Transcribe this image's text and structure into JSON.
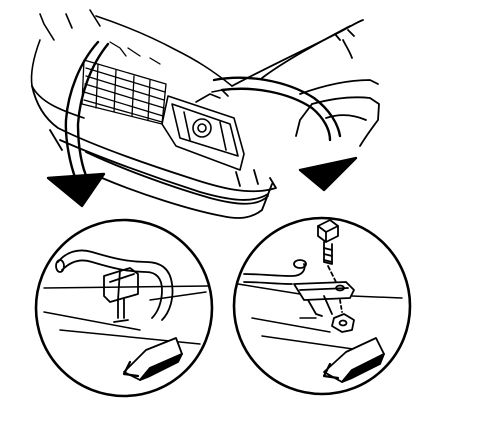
{
  "diagram": {
    "colors": {
      "stroke": "#000000",
      "background": "#ffffff"
    },
    "parts": [
      "front-bumper-fascia",
      "headlamp-assembly",
      "fender",
      "grille",
      "fuel-vapor-pipe",
      "pipe-clip",
      "retaining-bolt",
      "retaining-nut",
      "mounting-bracket"
    ],
    "callouts": [
      {
        "id": "left-detail",
        "from": "bumper-left-side"
      },
      {
        "id": "right-detail",
        "from": "fender-side"
      }
    ],
    "direction_arrows": 2
  }
}
